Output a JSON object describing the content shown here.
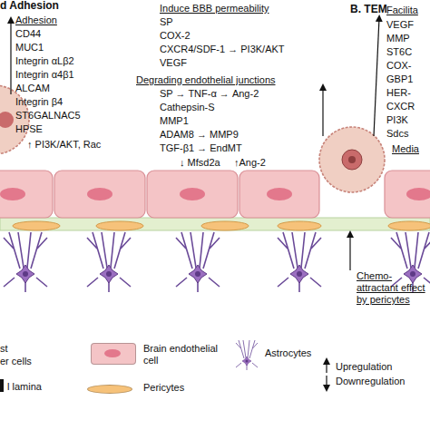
{
  "diagram": {
    "labels": [
      "d Adhesion",
      "Adhesion",
      "CD44",
      "MUC1",
      "Integrin αLβ2",
      "Integrin α4β1",
      "ALCAM",
      "Integrin β4",
      "ST6GALNAC5",
      "HPSE",
      "↑ PI3K/AKT, Rac",
      "Induce BBB permeability",
      "SP",
      "COX-2",
      "CXCR4/SDF-1 → PI3K/AKT",
      "VEGF",
      "Degrading endothelial junctions",
      "SP → TNF-α → Ang-2",
      "Cathepsin-S",
      "MMP1",
      "ADAM8 → MMP9",
      "TGF-β1 → EndMT",
      "↓ Mfsd2a",
      "↑Ang-2",
      "B. TEM",
      "Facilita",
      "VEGF",
      "MMP",
      "ST6C",
      "COX-",
      "GBP1",
      "HER-",
      "CXCR",
      "PI3K",
      "Sdcs",
      "Media",
      "Chemo-attractant effect by pericytes",
      "st",
      "er cells",
      "l lamina"
    ],
    "legend": [
      {
        "text": "Brain endothelial cell",
        "color": "#f4c4c6"
      },
      {
        "text": "Pericytes",
        "color": "#f6c27a"
      },
      {
        "text": "Astrocytes"
      },
      {
        "text": "Upregulation"
      },
      {
        "text": "Downregulation"
      }
    ]
  }
}
